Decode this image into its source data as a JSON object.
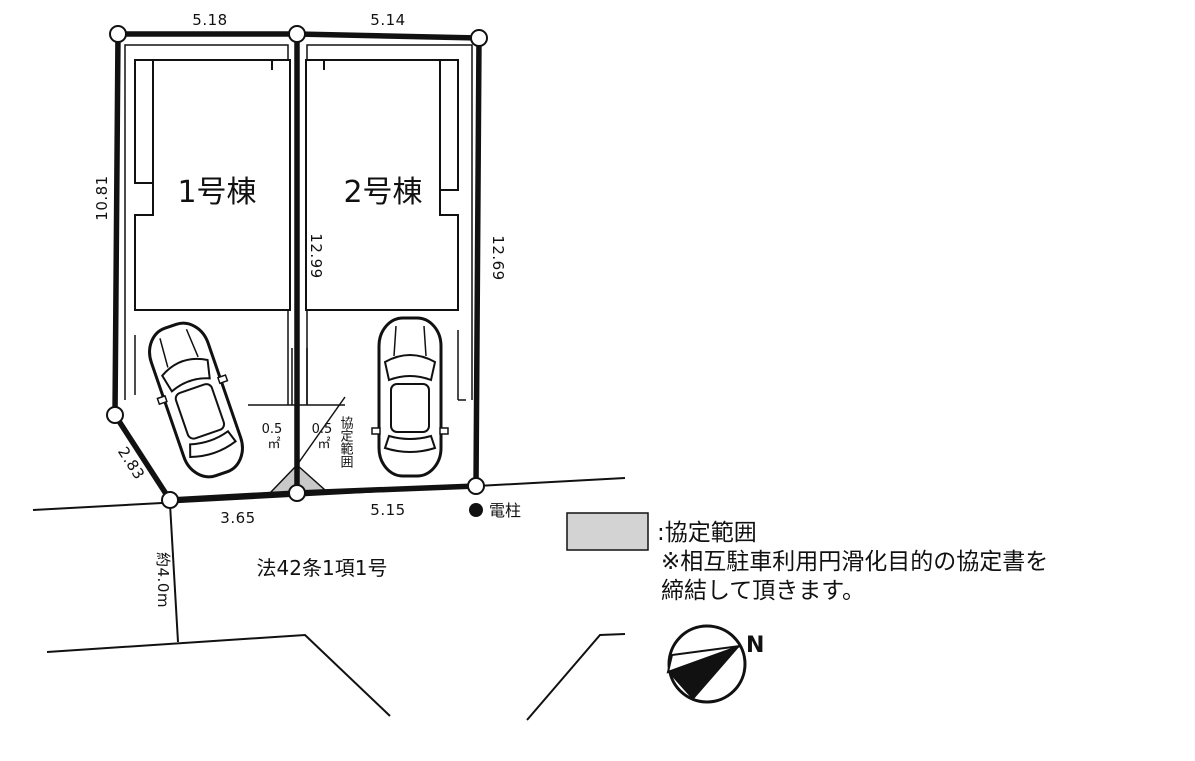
{
  "buildings": {
    "b1": "1号棟",
    "b2": "2号棟"
  },
  "dimensions": {
    "top_left": "5.18",
    "top_right": "5.14",
    "left": "10.81",
    "middle": "12.99",
    "right": "12.69",
    "diagonal": "2.83",
    "bottom_left": "3.65",
    "bottom_right": "5.15",
    "road_width": "約4.0m"
  },
  "area_labels": {
    "left_value": "0.5",
    "left_unit": "㎡",
    "right_value": "0.5",
    "right_unit": "㎡",
    "vertical_note": "協定範囲"
  },
  "utility_pole": "電柱",
  "road_label": "法42条1項1号",
  "legend": {
    "swatch_color": "#d3d3d3",
    "title": ":協定範囲",
    "note_line1": "※相互駐車利用円滑化目的の協定書を",
    "note_line2": "締結して頂きます。"
  },
  "compass": {
    "label": "N"
  }
}
